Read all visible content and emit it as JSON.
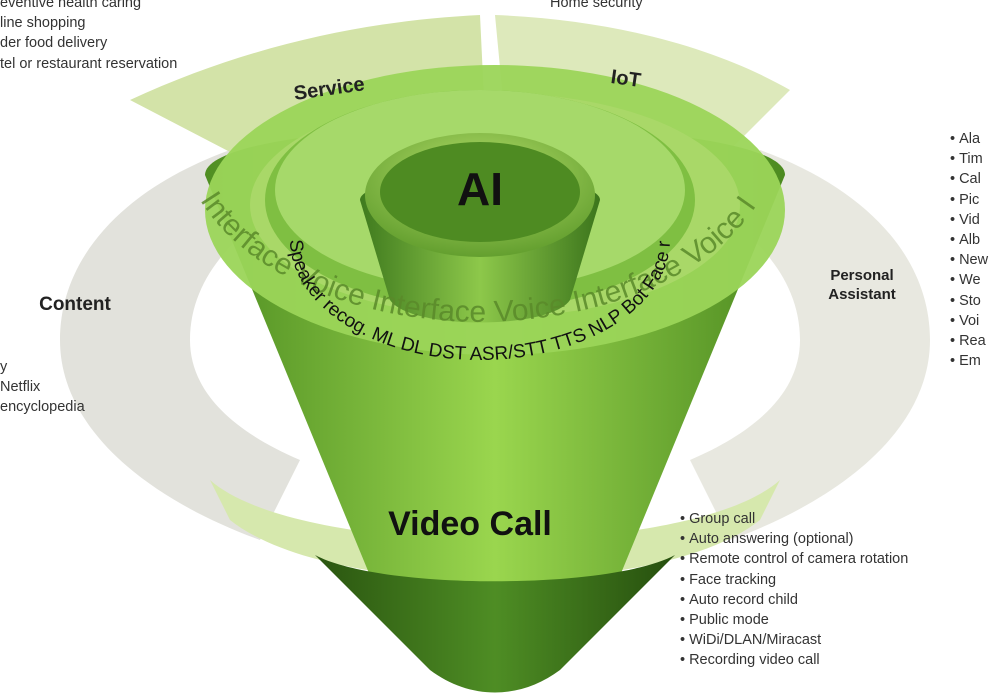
{
  "colors": {
    "outer_ring": "#d9d9d9",
    "light_green": "#c8dd9a",
    "mid_green": "#8fcd4a",
    "dark_green": "#3f7a1e",
    "deep_green": "#2b5a12"
  },
  "core": {
    "title": "AI",
    "ring_text": "Speaker recog. ML DL DST ASR/STT TTS NLP Bot Face recog."
  },
  "interface_ring_text": "Interface Voice Interface Voice Interface Voice Interface Voice",
  "segments": {
    "service": "Service",
    "iot": "IoT",
    "content": "Content",
    "personal_assistant": [
      "Personal",
      "Assistant"
    ],
    "video_call": "Video Call"
  },
  "bullet_glyph": "•",
  "lists": {
    "service": [
      "eventive health caring",
      "line shopping",
      "der food delivery",
      "tel or restaurant reservation"
    ],
    "iot": [
      "Home security"
    ],
    "content": [
      "y",
      "Netflix",
      "encyclopedia"
    ],
    "personal_assistant": [
      "Ala",
      "Tim",
      "Cal",
      "Pic",
      "Vid",
      "Alb",
      "New",
      "We",
      "Sto",
      "Voi",
      "Rea",
      "Em"
    ],
    "video_call": [
      "Group call",
      "Auto answering (optional)",
      "Remote control of camera rotation",
      "Face tracking",
      "Auto record child",
      "Public mode",
      "WiDi/DLAN/Miracast",
      "Recording video call"
    ]
  }
}
